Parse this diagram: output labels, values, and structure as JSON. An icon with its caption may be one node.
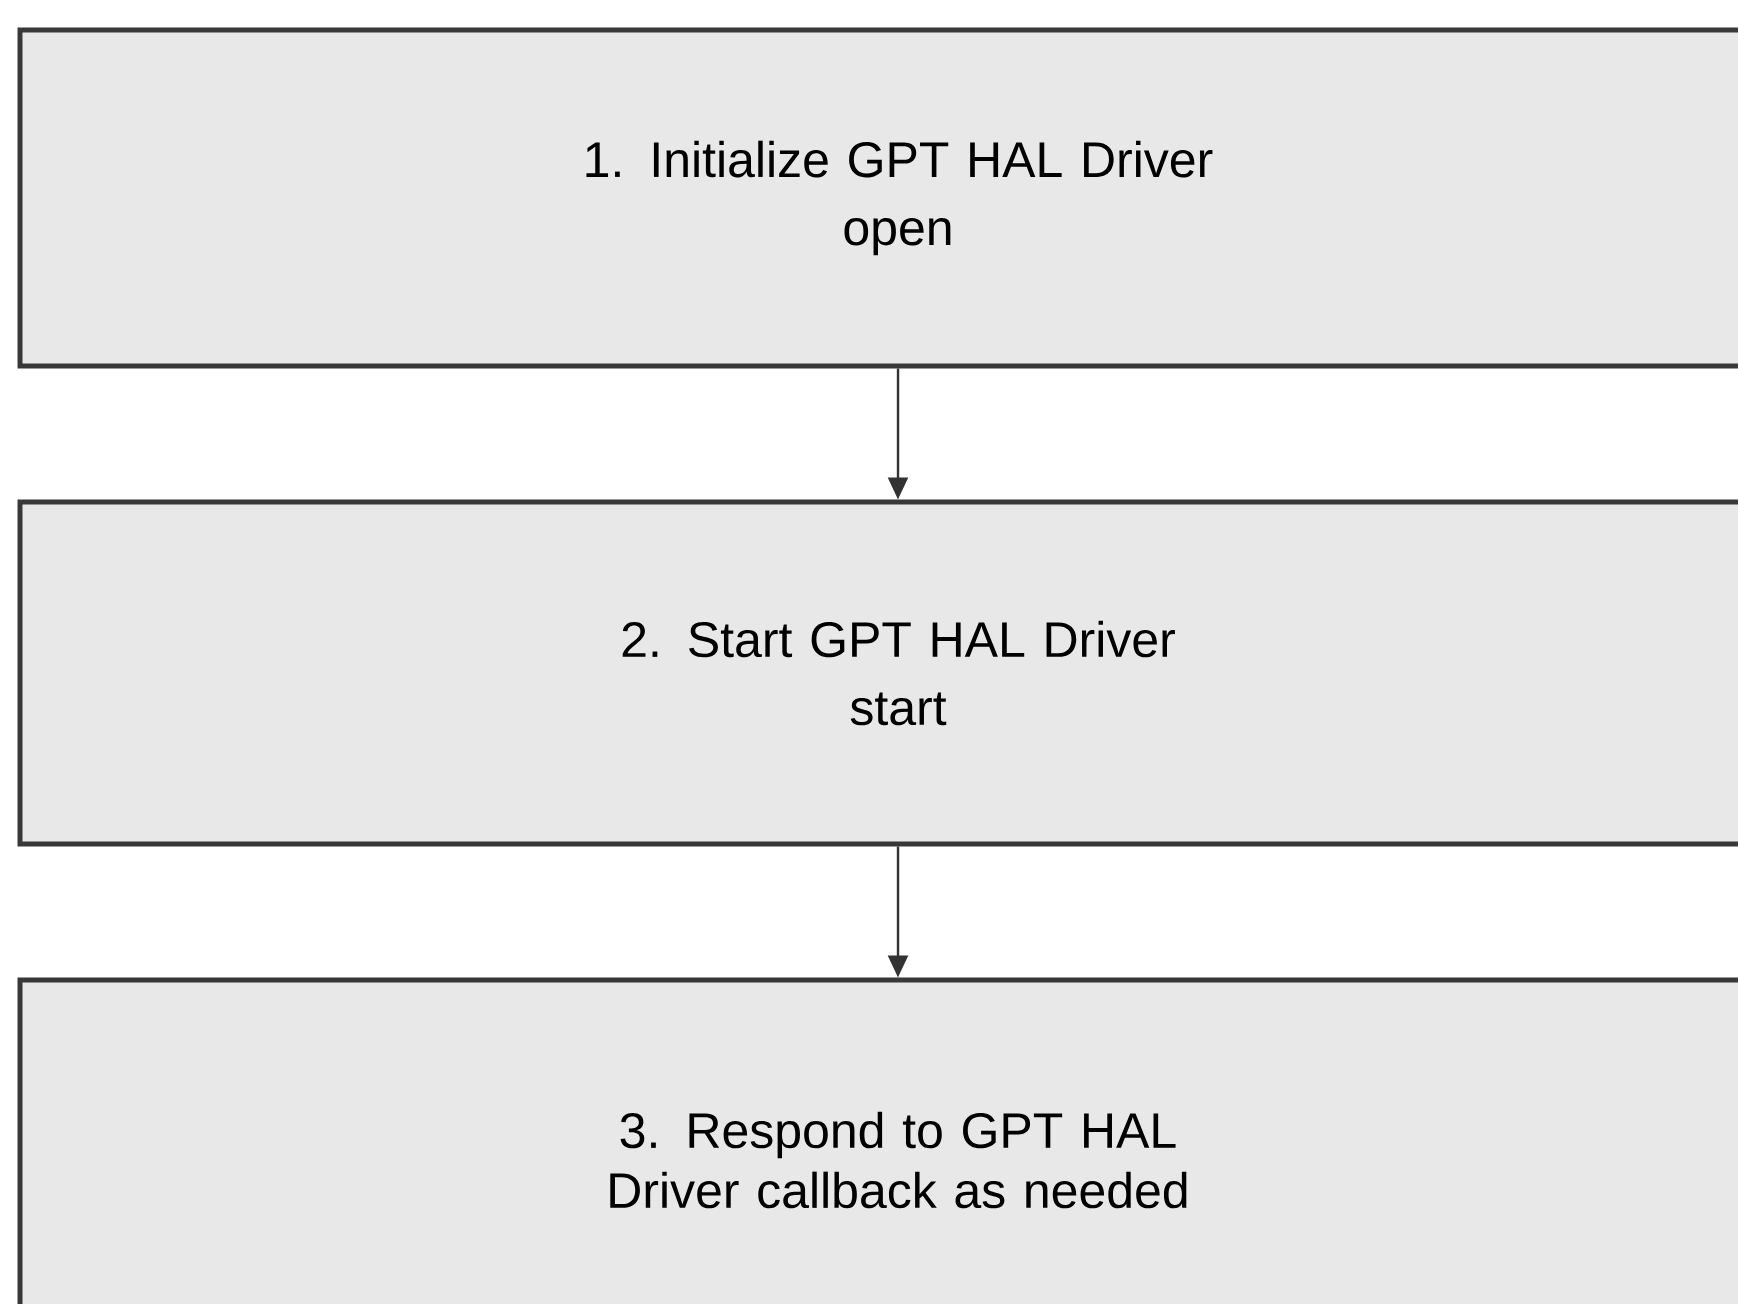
{
  "diagram": {
    "nodes": [
      {
        "text": [
          "1. Initialize GPT HAL Driver",
          "open"
        ]
      },
      {
        "text": [
          "2. Start GPT HAL Driver",
          "start"
        ]
      },
      {
        "text": [
          "3. Respond to GPT HAL Driver callback as needed"
        ]
      }
    ],
    "edges": [
      {
        "from": 0,
        "to": 1,
        "arrow": "to"
      },
      {
        "from": 1,
        "to": 2,
        "arrow": "to"
      }
    ]
  }
}
